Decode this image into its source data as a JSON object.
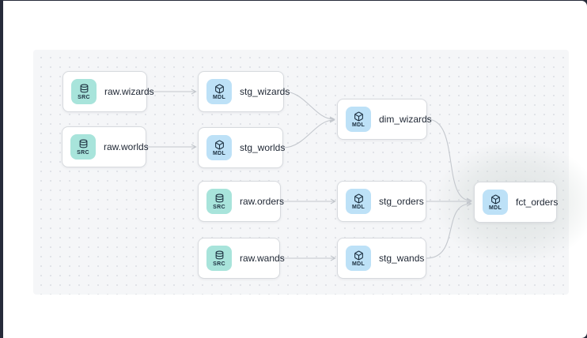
{
  "app": {
    "view": "data-lineage-graph"
  },
  "badges": {
    "source": "SRC",
    "model": "MDL"
  },
  "nodes": [
    {
      "id": "raw.wizards",
      "label": "raw.wizards",
      "type": "SRC",
      "icon": "database"
    },
    {
      "id": "stg_wizards",
      "label": "stg_wizards",
      "type": "MDL",
      "icon": "box"
    },
    {
      "id": "raw.worlds",
      "label": "raw.worlds",
      "type": "SRC",
      "icon": "database"
    },
    {
      "id": "stg_worlds",
      "label": "stg_worlds",
      "type": "MDL",
      "icon": "box"
    },
    {
      "id": "dim_wizards",
      "label": "dim_wizards",
      "type": "MDL",
      "icon": "box"
    },
    {
      "id": "raw.orders",
      "label": "raw.orders",
      "type": "SRC",
      "icon": "database"
    },
    {
      "id": "stg_orders",
      "label": "stg_orders",
      "type": "MDL",
      "icon": "box"
    },
    {
      "id": "raw.wands",
      "label": "raw.wands",
      "type": "SRC",
      "icon": "database"
    },
    {
      "id": "stg_wands",
      "label": "stg_wands",
      "type": "MDL",
      "icon": "box"
    },
    {
      "id": "fct_orders",
      "label": "fct_orders",
      "type": "MDL",
      "icon": "box",
      "highlighted": true
    }
  ],
  "edges": [
    {
      "from": "raw.wizards",
      "to": "stg_wizards"
    },
    {
      "from": "raw.worlds",
      "to": "stg_worlds"
    },
    {
      "from": "raw.orders",
      "to": "stg_orders"
    },
    {
      "from": "raw.wands",
      "to": "stg_wands"
    },
    {
      "from": "stg_wizards",
      "to": "dim_wizards"
    },
    {
      "from": "stg_worlds",
      "to": "dim_wizards"
    },
    {
      "from": "stg_orders",
      "to": "fct_orders"
    },
    {
      "from": "dim_wizards",
      "to": "fct_orders"
    },
    {
      "from": "stg_wands",
      "to": "fct_orders"
    }
  ],
  "colors": {
    "frame": "#262b3a",
    "page_bg": "#ffffff",
    "canvas_bg": "#f5f6f8",
    "grid_dot": "#e0e2e7",
    "node_border": "#d7dade",
    "src_badge_bg": "#a8e4db",
    "mdl_badge_bg": "#bde1f7",
    "badge_ink": "#1c2f3f",
    "label_ink": "#212936",
    "edge": "#c3c7cd",
    "focus_glow": "#cbd3d0"
  }
}
